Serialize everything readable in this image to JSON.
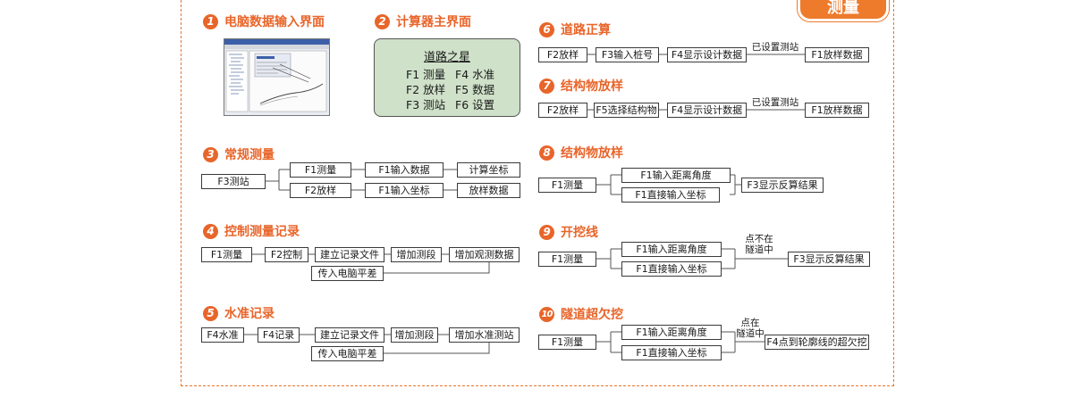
{
  "badge": "测量",
  "sections": [
    {
      "num": "1",
      "title": "电脑数据输入界面"
    },
    {
      "num": "2",
      "title": "计算器主界面"
    },
    {
      "num": "3",
      "title": "常规测量"
    },
    {
      "num": "4",
      "title": "控制测量记录"
    },
    {
      "num": "5",
      "title": "水准记录"
    },
    {
      "num": "6",
      "title": "道路正算"
    },
    {
      "num": "7",
      "title": "结构物放样"
    },
    {
      "num": "8",
      "title": "结构物放样"
    },
    {
      "num": "9",
      "title": "开挖线"
    },
    {
      "num": "10",
      "title": "隧道超欠挖"
    }
  ],
  "calculator": {
    "title": "道路之星",
    "items": [
      "F1 测量",
      "F4 水准",
      "F2 放样",
      "F5 数据",
      "F3 测站",
      "F6 设置"
    ]
  },
  "s3": {
    "start": "F3测站",
    "a1": "F1测量",
    "a2": "F1输入数据",
    "a3": "计算坐标",
    "b1": "F2放样",
    "b2": "F1输入坐标",
    "b3": "放样数据"
  },
  "s4": {
    "b1": "F1测量",
    "b2": "F2控制",
    "b3": "建立记录文件",
    "b4": "增加测段",
    "b5": "增加观测数据",
    "b6": "传入电脑平差"
  },
  "s5": {
    "b1": "F4水准",
    "b2": "F4记录",
    "b3": "建立记录文件",
    "b4": "增加测段",
    "b5": "增加水准测站",
    "b6": "传入电脑平差"
  },
  "s6": {
    "b1": "F2放样",
    "b2": "F3输入桩号",
    "b3": "F4显示设计数据",
    "label": "已设置测站",
    "b4": "F1放样数据"
  },
  "s7": {
    "b1": "F2放样",
    "b2": "F5选择结构物",
    "b3": "F4显示设计数据",
    "label": "已设置测站",
    "b4": "F1放样数据"
  },
  "s8": {
    "start": "F1测量",
    "a": "F1输入距离角度",
    "b": "F1直接输入坐标",
    "end": "F3显示反算结果"
  },
  "s9": {
    "start": "F1测量",
    "a": "F1输入距离角度",
    "b": "F1直接输入坐标",
    "label1": "点不在",
    "label2": "隧道中",
    "end": "F3显示反算结果"
  },
  "s10": {
    "start": "F1测量",
    "a": "F1输入距离角度",
    "b": "F1直接输入坐标",
    "label1": "点在",
    "label2": "隧道中",
    "end": "F4点到轮廓线的超欠挖"
  }
}
